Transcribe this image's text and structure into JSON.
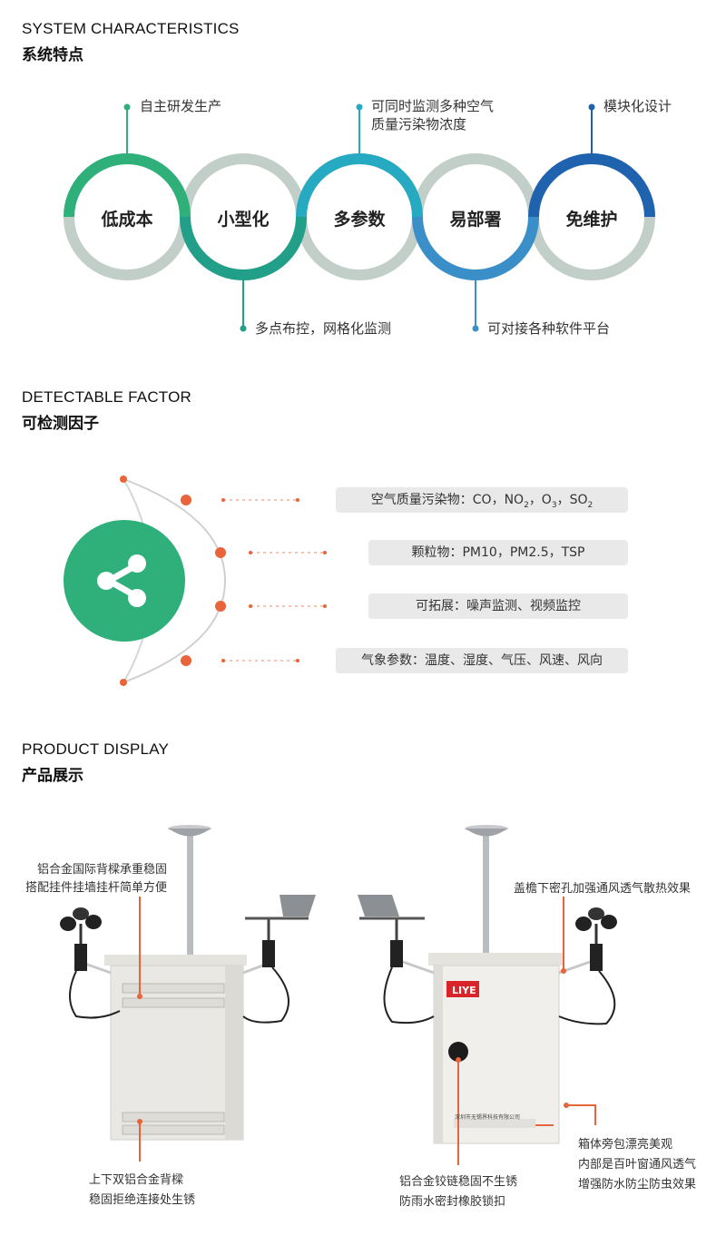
{
  "sections": {
    "characteristics": {
      "en": "SYSTEM CHARACTERISTICS",
      "cn": "系统特点"
    },
    "factors": {
      "en": "DETECTABLE FACTOR",
      "cn": "可检测因子"
    },
    "product": {
      "en": "PRODUCT DISPLAY",
      "cn": "产品展示"
    }
  },
  "rings": [
    {
      "label": "低成本",
      "color": "#2fb07a"
    },
    {
      "label": "小型化",
      "color": "#229f88"
    },
    {
      "label": "多参数",
      "color": "#26aac2"
    },
    {
      "label": "易部署",
      "color": "#3a8fc9"
    },
    {
      "label": "免维护",
      "color": "#1f63ae"
    }
  ],
  "ring_notes": {
    "top1": "自主研发生产",
    "top2_line1": "可同时监测多种空气",
    "top2_line2": "质量污染物浓度",
    "top3": "模块化设计",
    "bottom1": "多点布控，网格化监测",
    "bottom2": "可对接各种软件平台"
  },
  "factors": {
    "icon": "share-icon",
    "air_prefix": "空气质量污染物：CO，NO",
    "air_sub2": "2",
    "air_mid": "，O",
    "air_sub3": "3",
    "air_mid2": "，SO",
    "air_sub2b": "2",
    "particles": "颗粒物：PM10，PM2.5，TSP",
    "expand": "可拓展：噪声监测、视频监控",
    "weather": "气象参数：温度、湿度、气压、风速、风向"
  },
  "product": {
    "brand": "LIYE",
    "nameplate": "深圳市无锡界科技有限公司",
    "left_top_1": "铝合金国际背樑承重稳固",
    "left_top_2": "搭配挂件挂墙挂杆简单方便",
    "left_bottom_1": "上下双铝合金背樑",
    "left_bottom_2": "稳固拒绝连接处生锈",
    "right_top": "盖檐下密孔加强通风透气散热效果",
    "right_mid_1": "箱体旁包漂亮美观",
    "right_mid_2": "内部是百叶窗通风透气",
    "right_mid_3": "增强防水防尘防虫效果",
    "right_bottom_1": "铝合金铰链稳固不生锈",
    "right_bottom_2": "防雨水密封橡胶锁扣"
  },
  "colors": {
    "accent": "#e8643a",
    "green": "#2fb07a",
    "gray_ring": "#c2cec8"
  }
}
